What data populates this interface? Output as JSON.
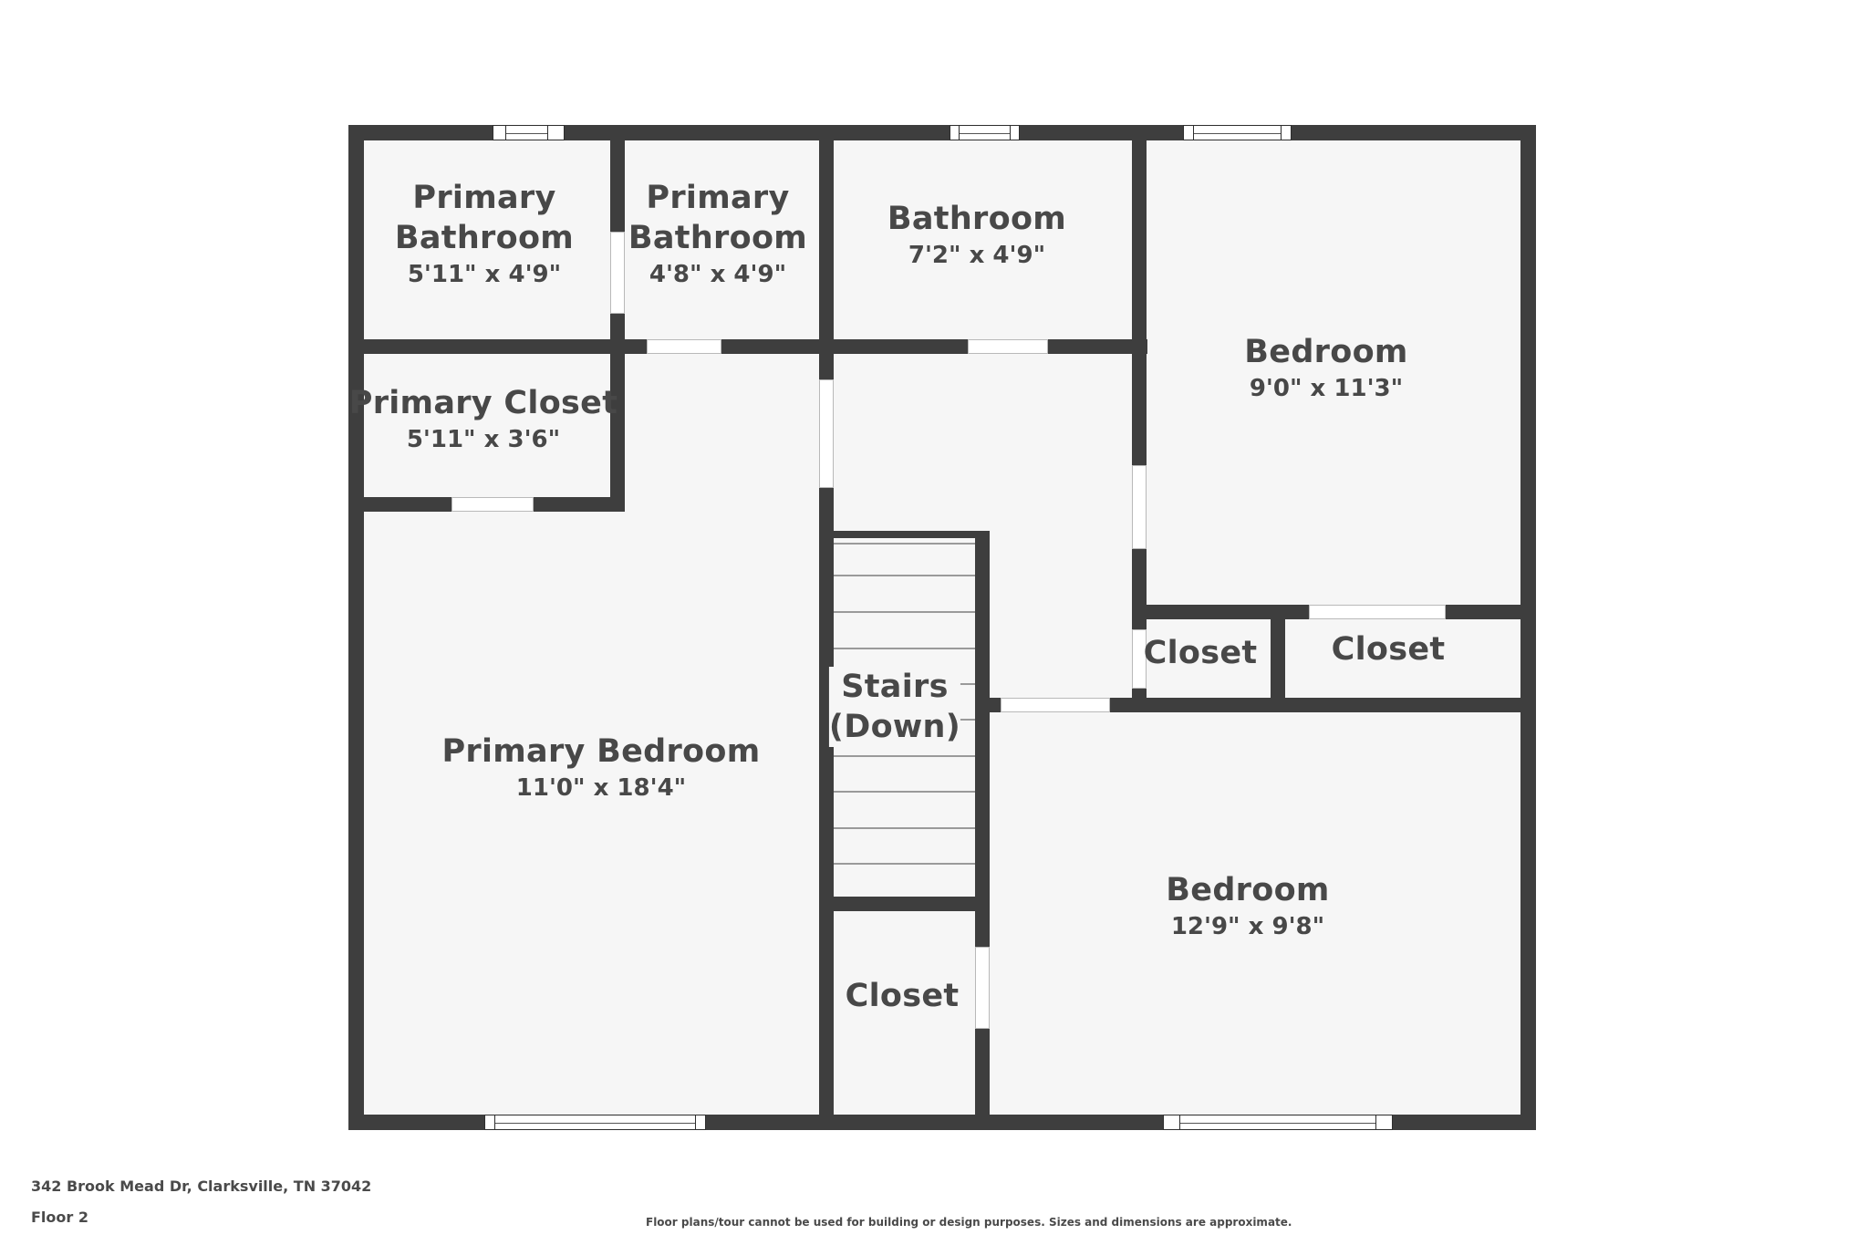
{
  "floorplan": {
    "colors": {
      "wall": "#3e3e3e",
      "floor": "#f6f6f6",
      "opening": "#ffffff",
      "text": "#484848"
    },
    "rooms": [
      {
        "id": "primary-bathroom-1",
        "name_lines": [
          "Primary",
          "Bathroom"
        ],
        "dims": "5'11\" x 4'9\""
      },
      {
        "id": "primary-bathroom-2",
        "name_lines": [
          "Primary",
          "Bathroom"
        ],
        "dims": "4'8\" x 4'9\""
      },
      {
        "id": "bathroom",
        "name": "Bathroom",
        "dims": "7'2\" x 4'9\""
      },
      {
        "id": "bedroom-1",
        "name": "Bedroom",
        "dims": "9'0\" x 11'3\""
      },
      {
        "id": "primary-closet",
        "name": "Primary Closet",
        "dims": "5'11\" x 3'6\""
      },
      {
        "id": "closet-small",
        "name": "Closet"
      },
      {
        "id": "closet-wide",
        "name": "Closet"
      },
      {
        "id": "stairs",
        "name_lines": [
          "Stairs",
          "(Down)"
        ]
      },
      {
        "id": "primary-bedroom",
        "name": "Primary Bedroom",
        "dims": "11'0\" x 18'4\""
      },
      {
        "id": "closet-hall",
        "name": "Closet"
      },
      {
        "id": "bedroom-2",
        "name": "Bedroom",
        "dims": "12'9\" x 9'8\""
      }
    ]
  },
  "footer": {
    "address": "342 Brook Mead Dr, Clarksville, TN 37042",
    "floor_label": "Floor 2",
    "disclaimer": "Floor plans/tour cannot be used for building or design purposes. Sizes and dimensions are approximate."
  }
}
